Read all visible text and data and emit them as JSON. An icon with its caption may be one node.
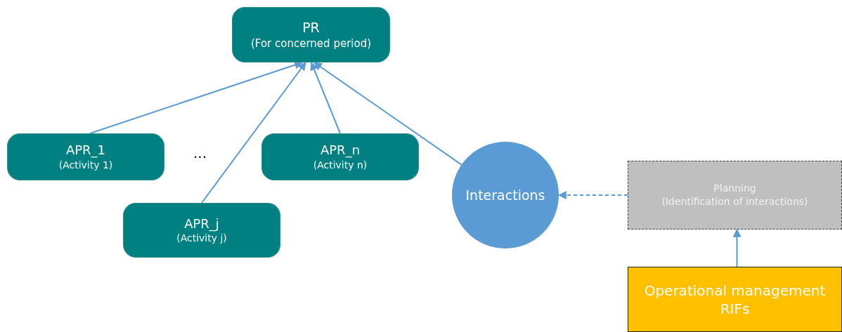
{
  "diagram": {
    "nodes": [
      {
        "text": [
          "PR",
          "(For concerned period)"
        ]
      },
      {
        "text": [
          "APR_1",
          "(Activity 1)"
        ]
      },
      {
        "text": [
          "APR_n",
          "(Activity n)"
        ]
      },
      {
        "text": [
          "APR_j",
          "(Activity j)"
        ]
      },
      {
        "text": [
          "Interactions"
        ]
      },
      {
        "text": [
          "Planning",
          "(Identification of interactions)"
        ]
      },
      {
        "text": [
          "Operational management RIFs"
        ]
      }
    ],
    "edges": [
      {
        "from": 1,
        "to": 0,
        "arrow": "to"
      },
      {
        "from": 3,
        "to": 0,
        "arrow": "to"
      },
      {
        "from": 2,
        "to": 0,
        "arrow": "to"
      },
      {
        "from": 4,
        "to": 0,
        "arrow": "to"
      },
      {
        "from": 5,
        "to": 4,
        "arrow": "to",
        "style": "dashed"
      },
      {
        "from": 6,
        "to": 5,
        "arrow": "to"
      }
    ],
    "labels": [
      "..."
    ]
  }
}
